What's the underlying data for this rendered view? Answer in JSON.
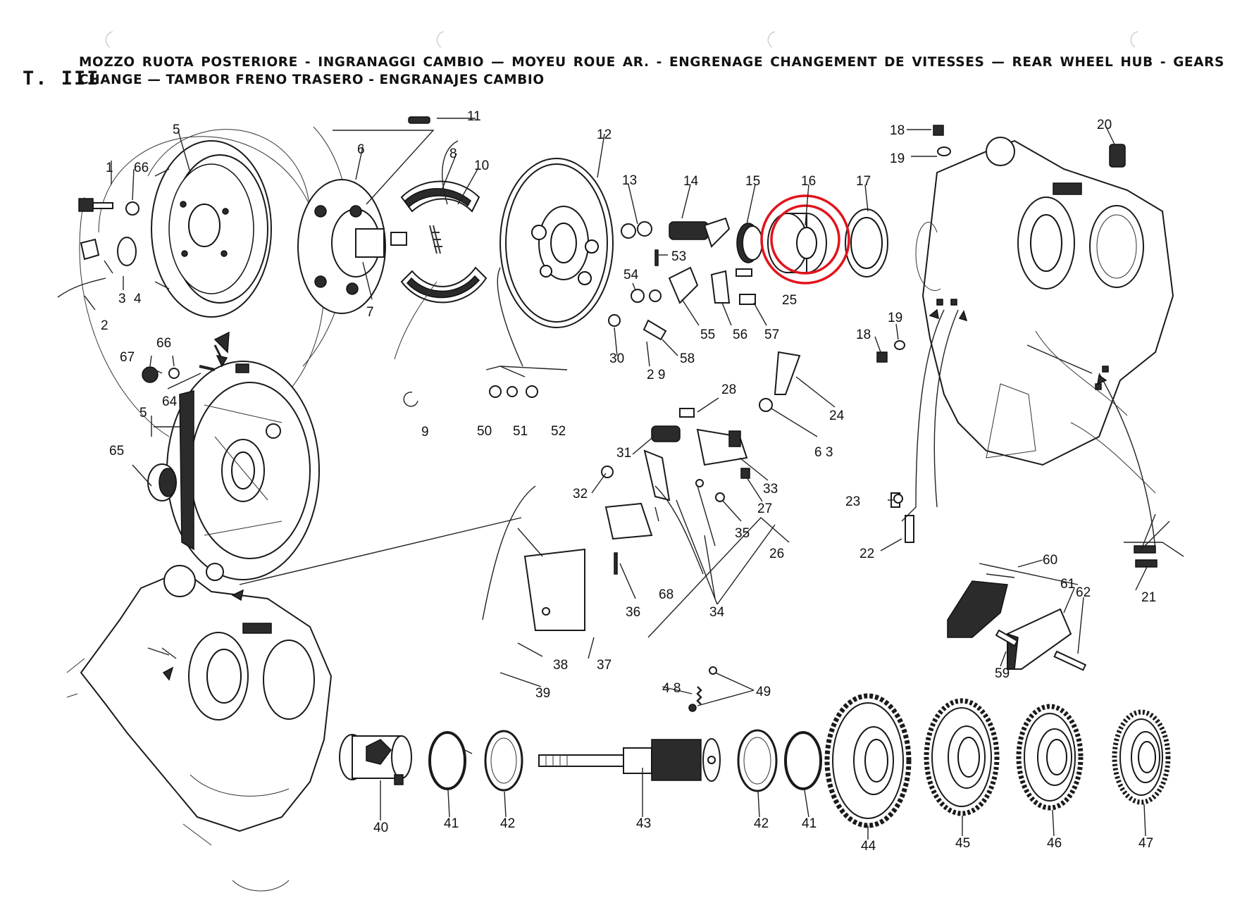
{
  "plate": "T. III",
  "title": {
    "line1": "MOZZO RUOTA POSTERIORE - INGRANAGGI CAMBIO — MOYEU ROUE AR. - ENGRENAGE CHANGEMENT DE VITESSES — REAR WHEEL HUB - GEARS",
    "line2": "CHANGE — TAMBOR FRENO TRASERO - ENGRANAJES CAMBIO"
  },
  "colors": {
    "highlight": "#e3131b",
    "ink": "#111111",
    "paper": "#ffffff"
  },
  "labels": {
    "p1": "1",
    "p2": "2",
    "p3": "3",
    "p4": "4",
    "p5a": "5",
    "p5b": "5",
    "p6": "6",
    "p7": "7",
    "p8": "8",
    "p9": "9",
    "p10": "10",
    "p11": "11",
    "p12": "12",
    "p13": "13",
    "p14": "14",
    "p15": "15",
    "p16": "16",
    "p17": "17",
    "p18a": "18",
    "p18b": "18",
    "p19a": "19",
    "p19b": "19",
    "p20": "20",
    "p21": "21",
    "p22": "22",
    "p23": "23",
    "p24": "24",
    "p25": "25",
    "p26": "26",
    "p27": "27",
    "p28": "28",
    "p29": "2 9",
    "p30": "30",
    "p31": "31",
    "p32": "32",
    "p33": "33",
    "p34": "34",
    "p35": "35",
    "p36": "36",
    "p37": "37",
    "p38": "38",
    "p39": "39",
    "p40": "40",
    "p41a": "41",
    "p41b": "41",
    "p42a": "42",
    "p42b": "42",
    "p43": "43",
    "p44": "44",
    "p45": "45",
    "p46": "46",
    "p47": "47",
    "p48": "4 8",
    "p49": "49",
    "p50": "50",
    "p51": "51",
    "p52": "52",
    "p53": "53",
    "p54": "54",
    "p55": "55",
    "p56": "56",
    "p57": "57",
    "p58": "58",
    "p59": "59",
    "p60": "60",
    "p61": "61",
    "p62": "62",
    "p63": "6 3",
    "p64": "64",
    "p65": "65",
    "p66a": "66",
    "p66b": "66",
    "p67": "67",
    "p68": "68"
  }
}
